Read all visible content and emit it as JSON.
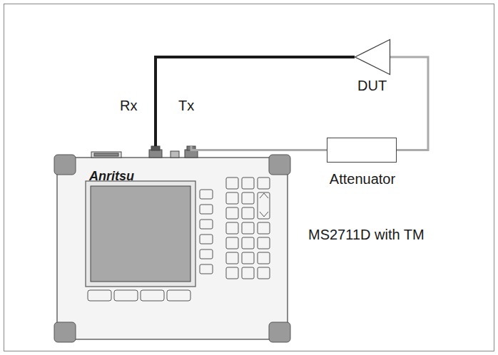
{
  "diagram": {
    "nodes": [
      {
        "text": [
          "DUT"
        ]
      },
      {
        "text": [
          "Attenuator"
        ]
      },
      {
        "text": [
          "Anritsu"
        ]
      }
    ],
    "edges": [
      {
        "from": 2,
        "to": 1,
        "arrow": "none"
      },
      {
        "from": 1,
        "to": 0,
        "arrow": "none"
      },
      {
        "from": 0,
        "to": 2,
        "arrow": "none"
      }
    ],
    "labels": [
      "Rx",
      "Tx",
      "MS2711D with TM"
    ]
  }
}
